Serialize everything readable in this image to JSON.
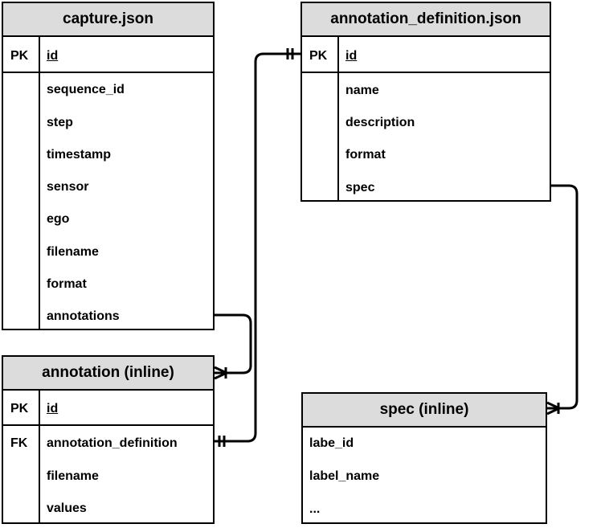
{
  "entities": {
    "capture": {
      "title": "capture.json",
      "pk_label": "PK",
      "pk_field": "id",
      "fields": [
        "sequence_id",
        "step",
        "timestamp",
        "sensor",
        "ego",
        "filename",
        "format",
        "annotations"
      ]
    },
    "annotation_definition": {
      "title": "annotation_definition.json",
      "pk_label": "PK",
      "pk_field": "id",
      "fields": [
        "name",
        "description",
        "format",
        "spec"
      ]
    },
    "annotation": {
      "title": "annotation (inline)",
      "pk_label": "PK",
      "pk_field": "id",
      "fk_label": "FK",
      "fk_field": "annotation_definition",
      "fields": [
        "filename",
        "values"
      ]
    },
    "spec": {
      "title": "spec (inline)",
      "fields": [
        "labe_id",
        "label_name",
        "..."
      ]
    }
  },
  "relationships": [
    {
      "from": "capture.annotations",
      "to": "annotation",
      "from_end": "none",
      "to_end": "one-or-many"
    },
    {
      "from": "annotation.annotation_definition",
      "to": "annotation_definition.id",
      "from_end": "exactly-one",
      "to_end": "exactly-one"
    },
    {
      "from": "annotation_definition.spec",
      "to": "spec",
      "from_end": "none",
      "to_end": "one-or-many"
    }
  ],
  "colors": {
    "header": "#dcdcdc",
    "line": "#000000",
    "background": "#ffffff"
  }
}
